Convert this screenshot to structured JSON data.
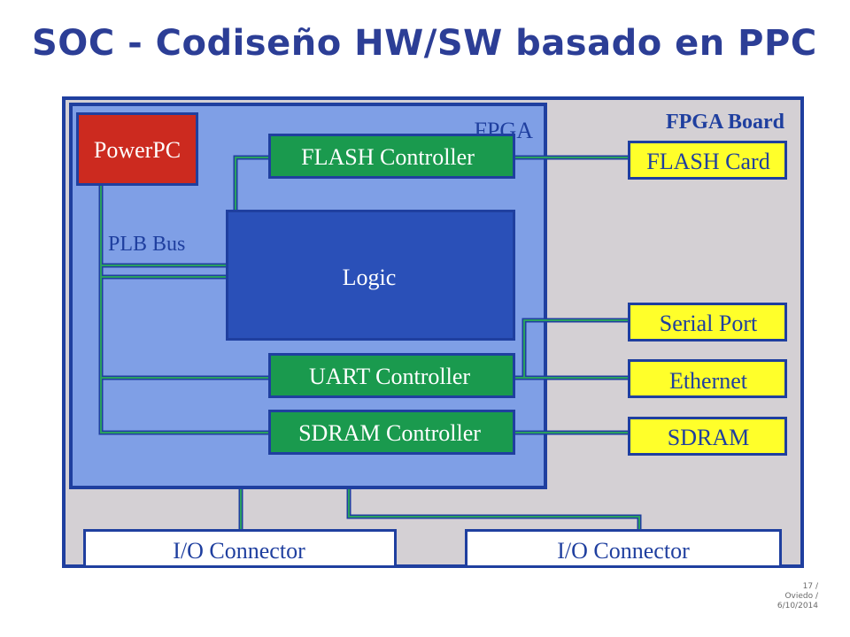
{
  "slide": {
    "title": "SOC  - Codiseño HW/SW basado en PPC",
    "footer_lines": [
      "17 /",
      "Oviedo /",
      "6/10/2014"
    ]
  },
  "diagram": {
    "board_label": "FPGA Board",
    "fpga_label": "FPGA",
    "bus_label": "PLB Bus",
    "powerpc": "PowerPC",
    "flash_controller": "FLASH Controller",
    "logic": "Logic",
    "uart_controller": "UART Controller",
    "sdram_controller": "SDRAM Controller",
    "flash_card": "FLASH Card",
    "serial_port": "Serial Port",
    "ethernet": "Ethernet",
    "sdram": "SDRAM",
    "io_connector_left": "I/O Connector",
    "io_connector_right": "I/O Connector"
  },
  "colors": {
    "title": "#2c3e96",
    "board_fill": "#d4d0d4",
    "fpga_fill": "#7f9fe6",
    "block_border": "#1f3f9f",
    "powerpc_fill": "#cc2a1f",
    "controller_fill": "#1a9a4e",
    "logic_fill": "#2a50b8",
    "peripheral_fill": "#ffff2a",
    "wire_green": "#2aa060",
    "wire_blue": "#1f3f9f"
  }
}
